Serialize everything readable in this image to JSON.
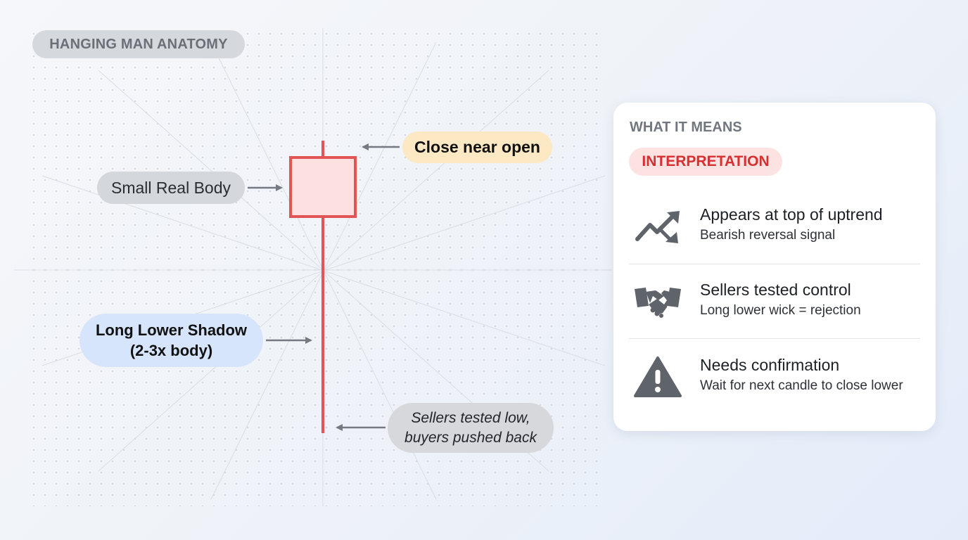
{
  "diagram": {
    "title": "HANGING MAN ANATOMY",
    "callouts": {
      "close": "Close near open",
      "body": "Small Real Body",
      "shadow_line1": "Long Lower Shadow",
      "shadow_line2": "(2-3x body)",
      "sellers_line1": "Sellers tested low,",
      "sellers_line2": "buyers pushed back"
    },
    "colors": {
      "candle": "#e25555",
      "candle_fill": "#fde0e0",
      "arrow": "#757a82"
    }
  },
  "panel": {
    "heading": "WHAT IT MEANS",
    "badge": "INTERPRETATION",
    "items": [
      {
        "icon": "trend-reversal-icon",
        "title": "Appears at top of uptrend",
        "subtitle": "Bearish reversal signal"
      },
      {
        "icon": "handshake-icon",
        "title": "Sellers tested control",
        "subtitle": "Long lower wick = rejection"
      },
      {
        "icon": "warning-icon",
        "title": "Needs confirmation",
        "subtitle": "Wait for next candle to close lower"
      }
    ]
  }
}
